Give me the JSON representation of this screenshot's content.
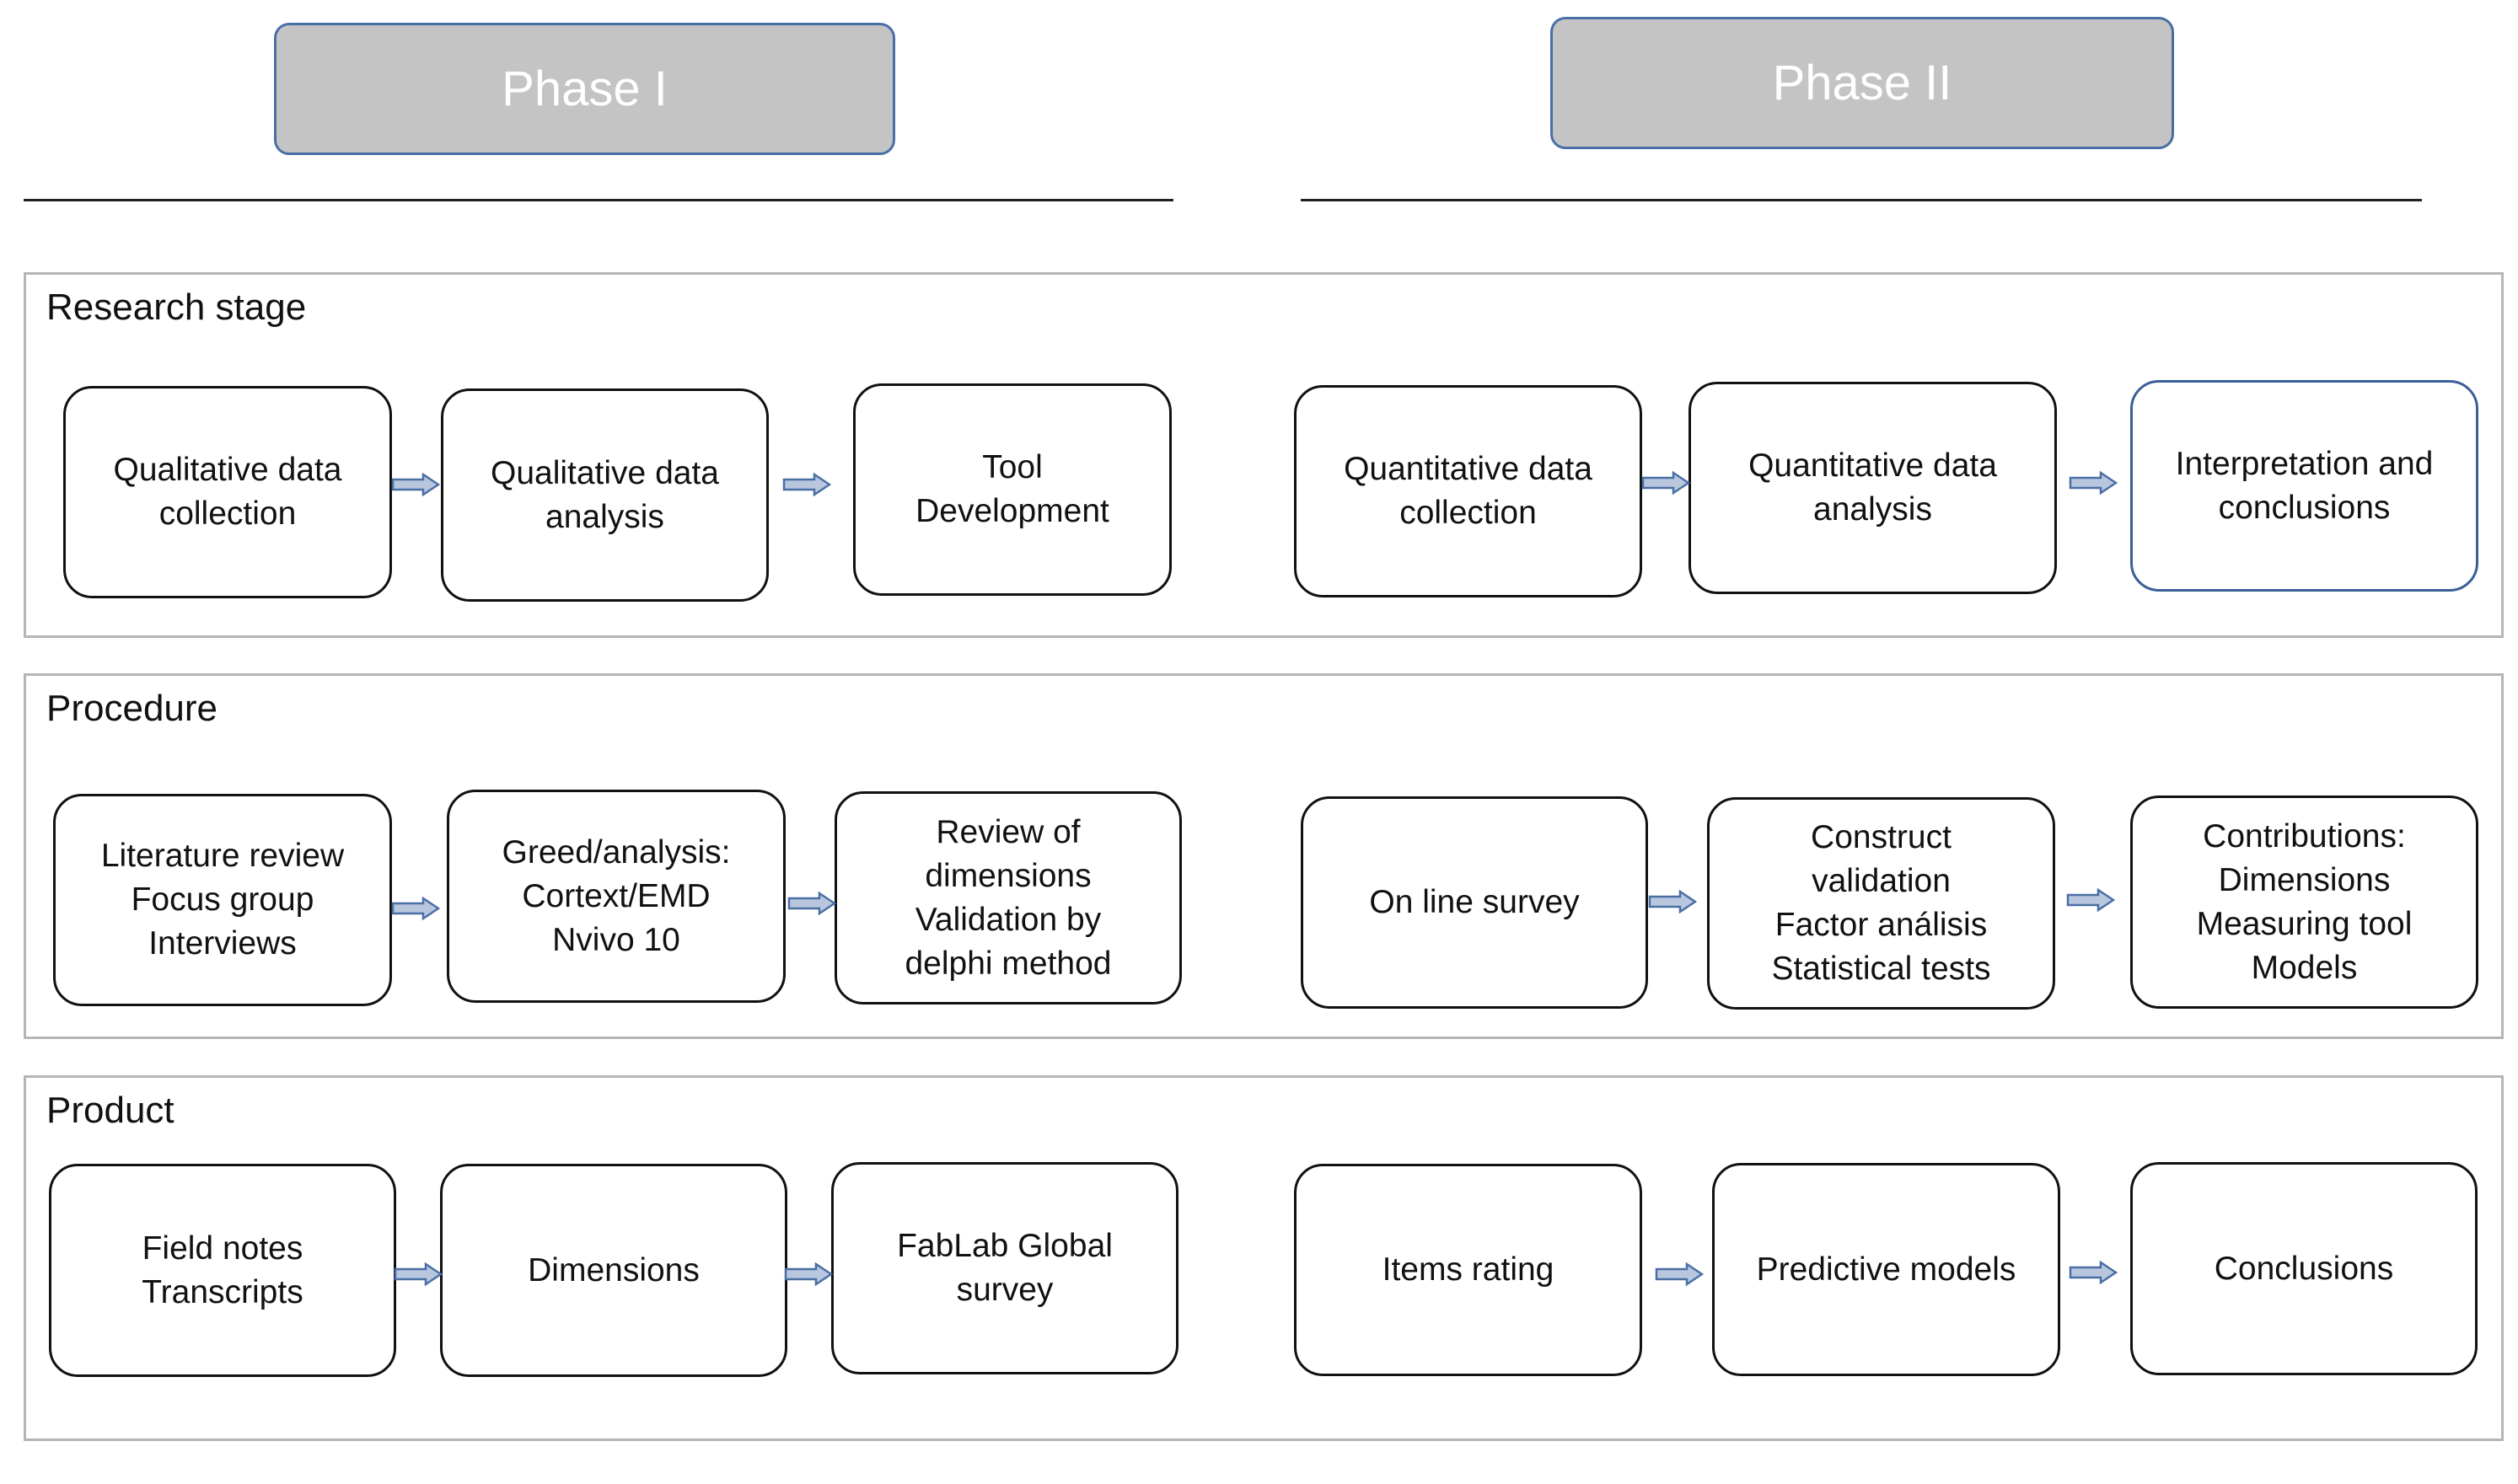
{
  "phases": [
    {
      "label": "Phase I"
    },
    {
      "label": "Phase II"
    }
  ],
  "sections": [
    {
      "title": "Research stage",
      "boxes": [
        {
          "lines": [
            "Qualitative data",
            "collection"
          ]
        },
        {
          "lines": [
            "Qualitative data",
            "analysis"
          ]
        },
        {
          "lines": [
            "Tool",
            "Development"
          ]
        },
        {
          "lines": [
            "Quantitative data",
            "collection"
          ]
        },
        {
          "lines": [
            "Quantitative data",
            "analysis"
          ]
        },
        {
          "lines": [
            "Interpretation and",
            "conclusions"
          ]
        }
      ]
    },
    {
      "title": "Procedure",
      "boxes": [
        {
          "lines": [
            "Literature review",
            "Focus group",
            "Interviews"
          ]
        },
        {
          "lines": [
            "Greed/analysis:",
            "Cortext/EMD",
            "Nvivo 10"
          ]
        },
        {
          "lines": [
            "Review of",
            "dimensions",
            "Validation by",
            "delphi method"
          ]
        },
        {
          "lines": [
            "On line survey"
          ]
        },
        {
          "lines": [
            "Construct",
            "validation",
            "Factor análisis",
            "Statistical tests"
          ]
        },
        {
          "lines": [
            "Contributions:",
            "Dimensions",
            "Measuring tool",
            "Models"
          ]
        }
      ]
    },
    {
      "title": "Product",
      "boxes": [
        {
          "lines": [
            "Field notes",
            "Transcripts"
          ]
        },
        {
          "lines": [
            "Dimensions"
          ]
        },
        {
          "lines": [
            "FabLab Global",
            "survey"
          ]
        },
        {
          "lines": [
            "Items rating"
          ]
        },
        {
          "lines": [
            "Predictive models"
          ]
        },
        {
          "lines": [
            "Conclusions"
          ]
        }
      ]
    }
  ],
  "colors": {
    "phase_fill": "#c4c4c4",
    "phase_border": "#4a6fa5",
    "arrow_fill": "#b8c7dd",
    "arrow_stroke": "#4a6fa5"
  }
}
